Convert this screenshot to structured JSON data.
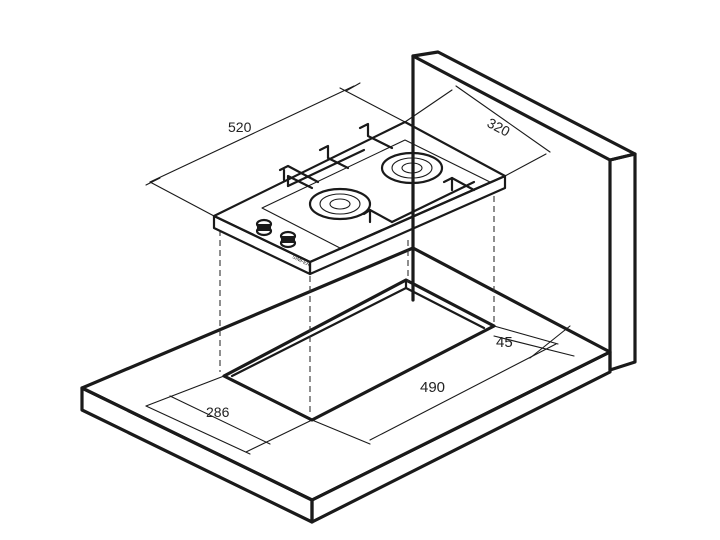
{
  "dimensions": {
    "width_520": "520",
    "depth_320": "320",
    "margin_45": "45",
    "cutout_490": "490",
    "cutout_286": "286"
  },
  "hob": {
    "brand_label": "SIMFER"
  },
  "colors": {
    "line": "#1a1a1a",
    "background": "#ffffff"
  }
}
